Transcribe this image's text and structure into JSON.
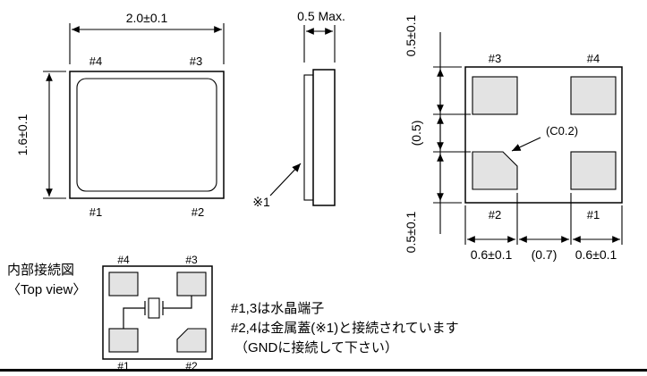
{
  "page": {
    "bg": "#ffffff",
    "line_color": "#000000",
    "pad_fill": "#e3e3e3"
  },
  "top_view": {
    "dim_width": "2.0±0.1",
    "dim_height": "1.6±0.1",
    "pad_top_left": "#4",
    "pad_top_right": "#3",
    "pad_bottom_left": "#1",
    "pad_bottom_right": "#2"
  },
  "side_view": {
    "dim_thickness": "0.5 Max.",
    "lid_ref": "※1"
  },
  "bottom_view": {
    "pad_top_left": "#3",
    "pad_top_right": "#4",
    "pad_bottom_left": "#2",
    "pad_bottom_right": "#1",
    "chamfer_label": "(C0.2)",
    "dim_v_top": "0.5±0.1",
    "dim_v_mid": "(0.5)",
    "dim_v_bottom": "0.5±0.1",
    "dim_h_left": "0.6±0.1",
    "dim_h_mid": "(0.7)",
    "dim_h_right": "0.6±0.1"
  },
  "connection_view": {
    "title": "内部接続図",
    "subtitle": "〈Top view〉",
    "pad_top_left": "#4",
    "pad_top_right": "#3",
    "pad_bottom_left": "#1",
    "pad_bottom_right": "#2"
  },
  "notes": {
    "line1": "#1,3は水晶端子",
    "line2": "#2,4は金属蓋(※1)と接続されています",
    "line3": "（GNDに接続して下さい）"
  }
}
